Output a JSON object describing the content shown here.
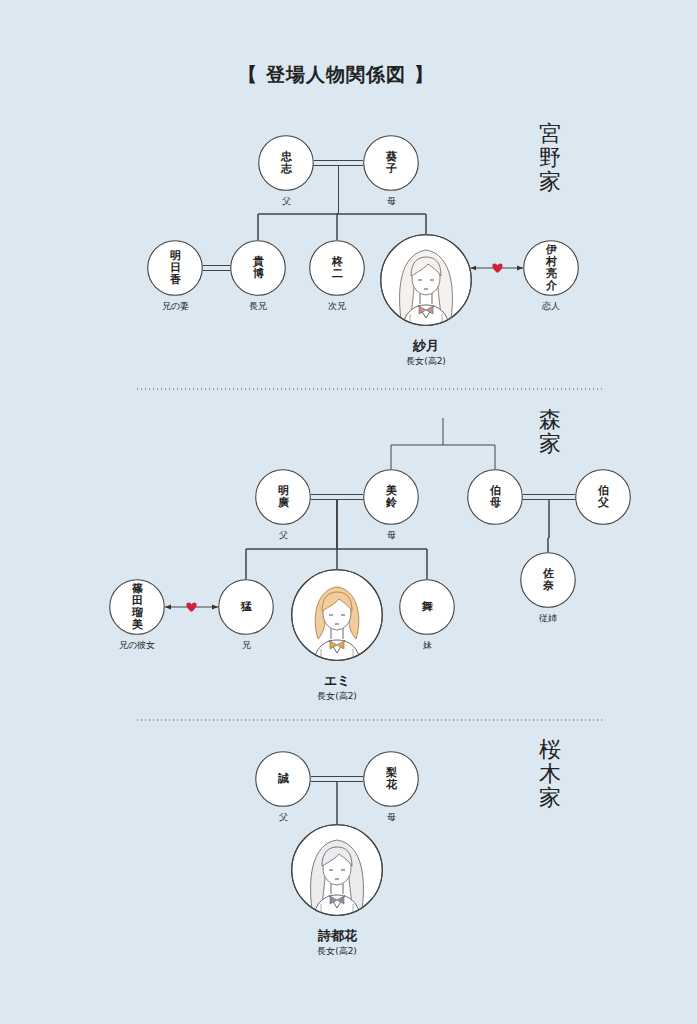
{
  "diagram": {
    "title": "【 登場人物関係図 】",
    "nodes": [
      {
        "text": [
          "忠志",
          "父"
        ]
      },
      {
        "text": [
          "葵子",
          "母"
        ]
      },
      {
        "text": [
          "明日香",
          "兄の妻"
        ]
      },
      {
        "text": [
          "貴博",
          "長兄"
        ]
      },
      {
        "text": [
          "柊二",
          "次兄"
        ]
      },
      {
        "text": [
          "紗月",
          "長女(高2)"
        ]
      },
      {
        "text": [
          "伊村亮介",
          "恋人"
        ]
      },
      {
        "text": [
          "明廣",
          "父"
        ]
      },
      {
        "text": [
          "美鈴",
          "母"
        ]
      },
      {
        "text": [
          "伯母"
        ]
      },
      {
        "text": [
          "伯父"
        ]
      },
      {
        "text": [
          "佐奈",
          "従姉"
        ]
      },
      {
        "text": [
          "篠田瑠美",
          "兄の彼女"
        ]
      },
      {
        "text": [
          "猛",
          "兄"
        ]
      },
      {
        "text": [
          "エミ",
          "長女(高2)"
        ]
      },
      {
        "text": [
          "舞",
          "妹"
        ]
      },
      {
        "text": [
          "誠",
          "父"
        ]
      },
      {
        "text": [
          "梨花",
          "母"
        ]
      },
      {
        "text": [
          "詩都花",
          "長女(高2)"
        ]
      }
    ],
    "edges": [
      {
        "from": 0,
        "to": 1,
        "arrow": "none"
      },
      {
        "from": 2,
        "to": 3,
        "arrow": "none"
      },
      {
        "from": 5,
        "to": 6,
        "arrow": "both"
      },
      {
        "from": 0,
        "to": 3,
        "arrow": "none"
      },
      {
        "from": 0,
        "to": 4,
        "arrow": "none"
      },
      {
        "from": 0,
        "to": 5,
        "arrow": "none"
      },
      {
        "from": 1,
        "to": 3,
        "arrow": "none"
      },
      {
        "from": 1,
        "to": 4,
        "arrow": "none"
      },
      {
        "from": 1,
        "to": 5,
        "arrow": "none"
      },
      {
        "from": 7,
        "to": 8,
        "arrow": "none"
      },
      {
        "from": 9,
        "to": 10,
        "arrow": "none"
      },
      {
        "from": 12,
        "to": 13,
        "arrow": "both"
      },
      {
        "from": 8,
        "to": 9,
        "arrow": "none"
      },
      {
        "from": 7,
        "to": 13,
        "arrow": "none"
      },
      {
        "from": 7,
        "to": 14,
        "arrow": "none"
      },
      {
        "from": 7,
        "to": 15,
        "arrow": "none"
      },
      {
        "from": 8,
        "to": 13,
        "arrow": "none"
      },
      {
        "from": 8,
        "to": 14,
        "arrow": "none"
      },
      {
        "from": 8,
        "to": 15,
        "arrow": "none"
      },
      {
        "from": 9,
        "to": 11,
        "arrow": "none"
      },
      {
        "from": 10,
        "to": 11,
        "arrow": "none"
      },
      {
        "from": 16,
        "to": 17,
        "arrow": "none"
      },
      {
        "from": 16,
        "to": 18,
        "arrow": "none"
      },
      {
        "from": 17,
        "to": 18,
        "arrow": "none"
      }
    ],
    "labels": [
      "宮野家",
      "森家",
      "桜木家"
    ]
  }
}
